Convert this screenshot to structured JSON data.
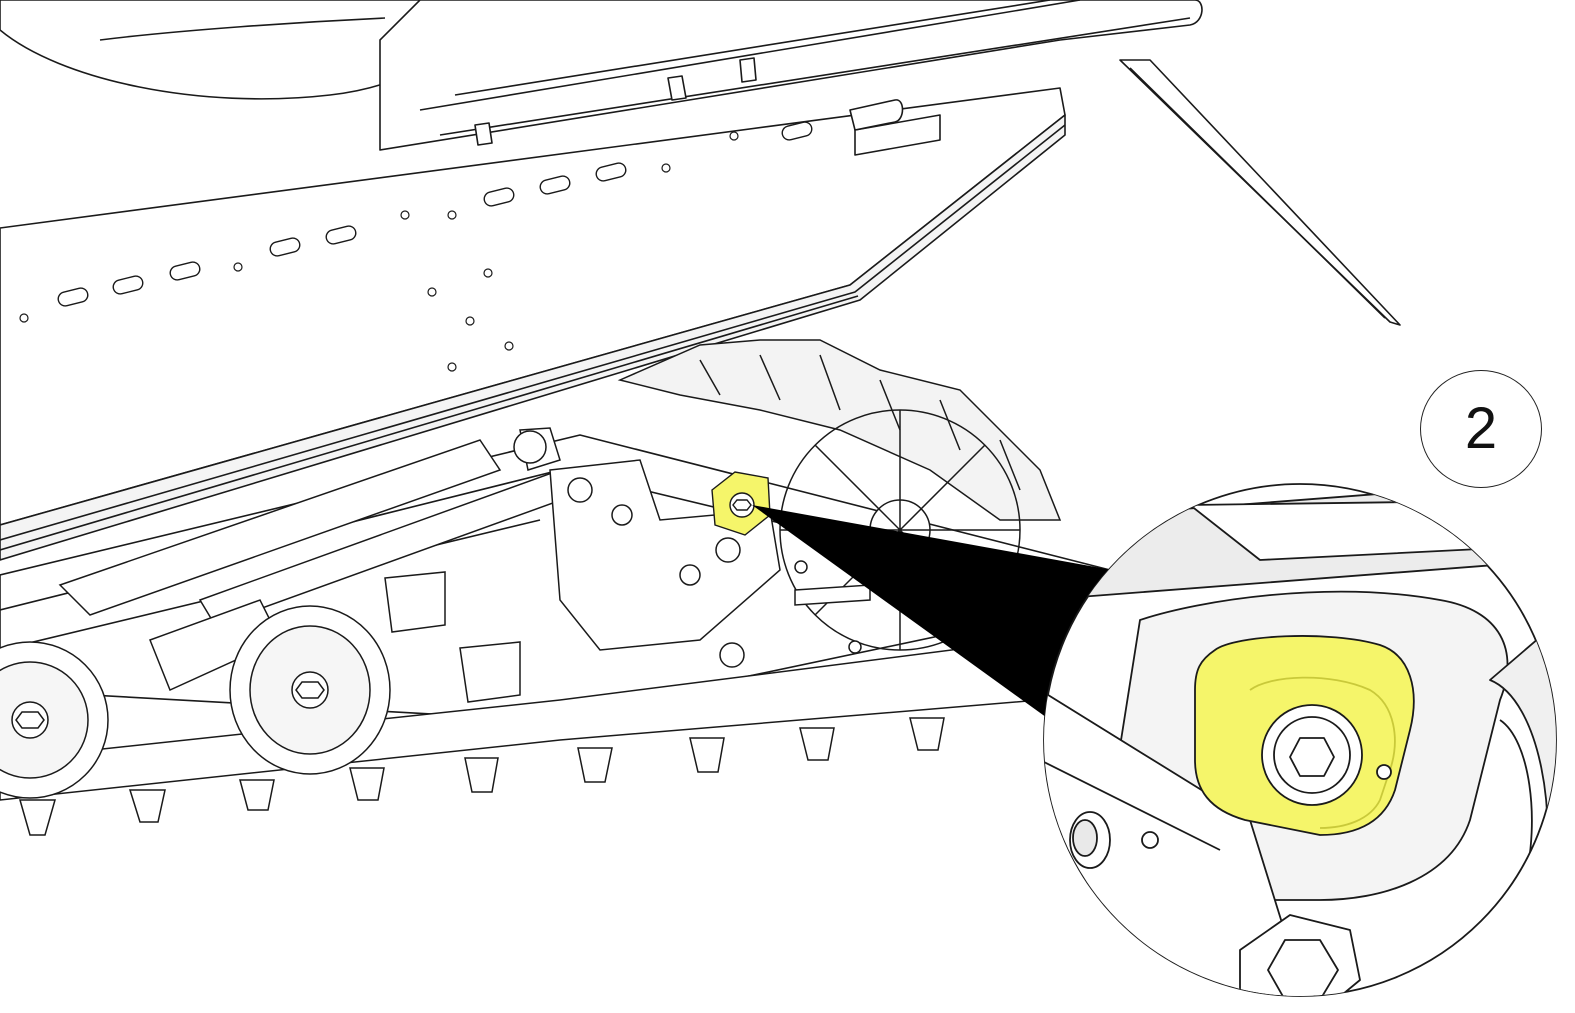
{
  "figure": {
    "step_number": "2",
    "callout": {
      "target": "suspension-side-bolt",
      "shape": "magnifier-circle"
    },
    "colors": {
      "line": "#1a1a1a",
      "fill": "#ffffff",
      "shade": "#e9e9e9",
      "highlight": "#f5f56a",
      "highlight_dark": "#e4e44a",
      "pointer": "#000000"
    },
    "icons": [
      "hex-socket-bolt-icon",
      "magnifier-callout-icon"
    ]
  }
}
